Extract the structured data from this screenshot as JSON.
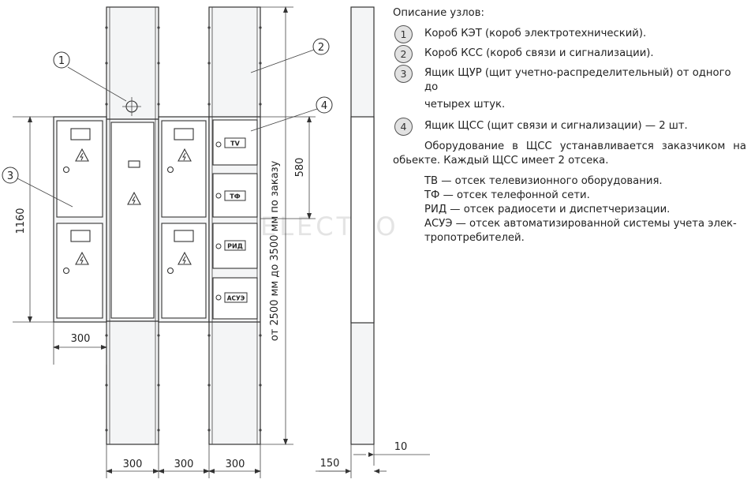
{
  "dimensions": {
    "total_height": "1160",
    "box_width_left": "300",
    "col1_width": "300",
    "col2_width": "300",
    "col3_width": "300",
    "side_depth": "150",
    "side_small": "10",
    "compartment_height": "580",
    "height_range": "от 2500 мм до 3500 мм по заказу"
  },
  "callouts": [
    "1",
    "2",
    "3",
    "4"
  ],
  "compartments": [
    "TV",
    "ТФ",
    "РИД",
    "АСУЭ"
  ],
  "watermark": "ELECTRO",
  "legend": {
    "title": "Описание узлов:",
    "items": [
      {
        "num": "1",
        "text": "Короб КЭТ (короб электротехнический)."
      },
      {
        "num": "2",
        "text": "Короб КСС (короб связи и сигнализации)."
      },
      {
        "num": "3",
        "text": "Ящик ЩУР (щит учетно-распределительный) от одного до"
      },
      {
        "num": "4",
        "text": "Ящик ЩСС (щит связи и сигнализации) — 2 шт."
      }
    ],
    "item3_cont": "четырех штук.",
    "para": "Оборудование в ЩСС устанавливается заказчиком на обьекте. Каждый ЩСС имеет 2 отсека.",
    "compartments": [
      "ТВ — отсек телевизионного оборудования.",
      "ТФ — отсек телефонной сети.",
      "РИД — отсек радиосети и диспетчеризации.",
      "АСУЭ — отсек автоматизированной системы учета элек-тропотребителей."
    ]
  },
  "icons": [
    "lightning-warning-icon",
    "ground-cross-icon"
  ]
}
